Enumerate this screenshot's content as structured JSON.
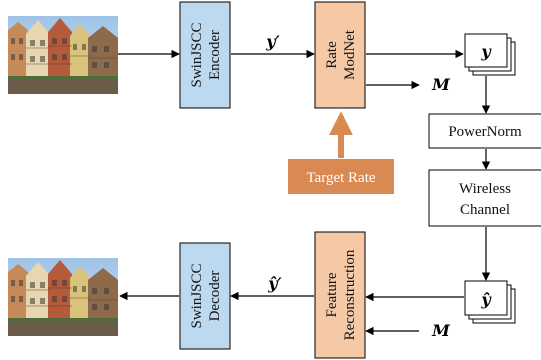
{
  "encoder": {
    "line1": "SwinJSCC",
    "line2": "Encoder"
  },
  "rate_modnet": {
    "line1": "Rate",
    "line2": "ModNet"
  },
  "target_rate": "Target Rate",
  "powernorm": "PowerNorm",
  "channel": {
    "line1": "Wireless",
    "line2": "Channel"
  },
  "feature_reconstruction": {
    "line1": "Feature",
    "line2": "Reconstruction"
  },
  "decoder": {
    "line1": "SwinJSCC",
    "line2": "Decoder"
  },
  "symbols": {
    "y_prime": "y′",
    "y": "y",
    "M_top": "M",
    "y_hat": "ŷ",
    "y_hat_prime": "ŷ′",
    "M_bottom": "M"
  },
  "colors": {
    "blue_box": "#bcd9f0",
    "orange_box": "#f6c9a6",
    "target_rate_box": "#d98a52",
    "line": "#000000"
  },
  "images": {
    "input": "input-townhouse-image",
    "output": "reconstructed-townhouse-image"
  }
}
